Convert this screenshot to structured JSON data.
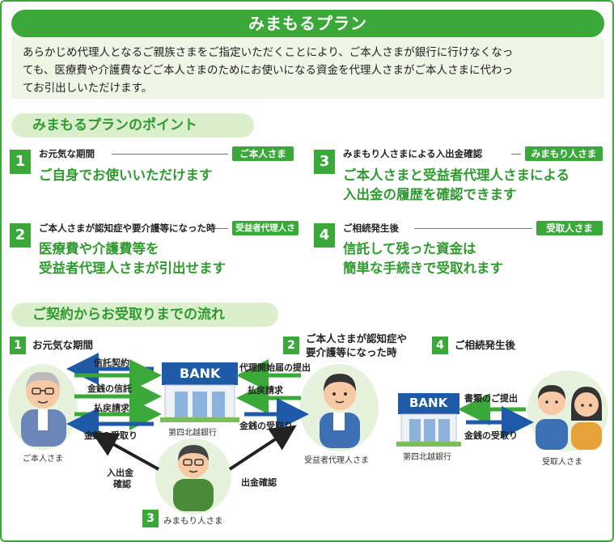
{
  "title": "みまもるプラン",
  "intro": {
    "line1": "あらかじめ代理人となるご親族さまをご指定いただくことにより、ご本人さまが銀行に行けなくなっ",
    "line2": "ても、医療費や介護費などご本人さまのためにお使いになる資金を代理人さまがご本人さまに代わっ",
    "line3": "てお引出しいただけます。"
  },
  "points_heading": "みまもるプランのポイント",
  "points": [
    {
      "num": "1",
      "head": "お元気な期間",
      "tag": "ご本人さま",
      "main1": "ご自身でお使いいただけます",
      "main2": ""
    },
    {
      "num": "2",
      "head": "ご本人さまが認知症や要介護等になった時",
      "tag": "受益者代理人さま",
      "main1": "医療費や介護費等を",
      "main2": "受益者代理人さまが引出せます"
    },
    {
      "num": "3",
      "head": "みまもり人さまによる入出金確認",
      "tag": "みまもり人さま",
      "main1": "ご本人さまと受益者代理人さまによる",
      "main2": "入出金の履歴を確認できます"
    },
    {
      "num": "4",
      "head": "ご相続発生後",
      "tag": "受取人さま",
      "main1": "信託して残った資金は",
      "main2": "簡単な手続きで受取れます"
    }
  ],
  "flow_heading": "ご契約からお受取りまでの流れ",
  "flow": {
    "step1": {
      "num": "1",
      "label": "お元気な期間"
    },
    "step2": {
      "num": "2",
      "label1": "ご本人さまが認知症や",
      "label2": "要介護等になった時"
    },
    "step3": {
      "num": "3",
      "label": "みまもり人さま"
    },
    "step4": {
      "num": "4",
      "label": "ご相続発生後"
    },
    "person_self": "ご本人さま",
    "person_agent": "受益者代理人さま",
    "person_receiver": "受取人さま",
    "bank_sign": "BANK",
    "bank_name": "第四北越銀行",
    "arrows": {
      "trust_contract": "信託契約",
      "trust_money": "金銭の信託",
      "withdraw_request_1": "払戻請求",
      "money_receive_1": "金銭の受取り",
      "agent_start": "代理開始届の提出",
      "withdraw_request_2": "払戻請求",
      "money_receive_2": "金銭の受取り",
      "check_in_out_1": "入出金",
      "check_in_out_2": "確認",
      "check_out": "出金確認",
      "documents": "書類のご提出",
      "money_receive_3": "金銭の受取り"
    }
  },
  "colors": {
    "green": "#3aa93a",
    "light_green": "#dcefcc",
    "blue": "#1e5aa8",
    "circle": "#e6f2dc"
  }
}
